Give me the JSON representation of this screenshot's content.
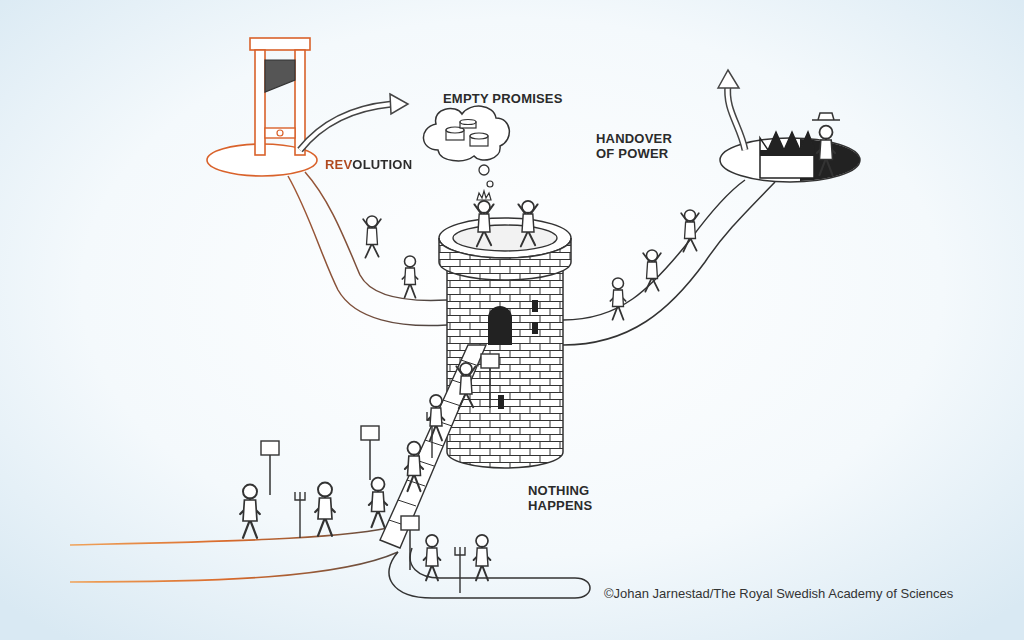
{
  "diagram": {
    "labels": [
      "EMPTY PROMISES",
      "REVOLUTION",
      "HANDOVER OF POWER",
      "NOTHING HAPPENS",
      "©Johan Jarnestad/The Royal Swedish Academy of Sciences"
    ]
  }
}
